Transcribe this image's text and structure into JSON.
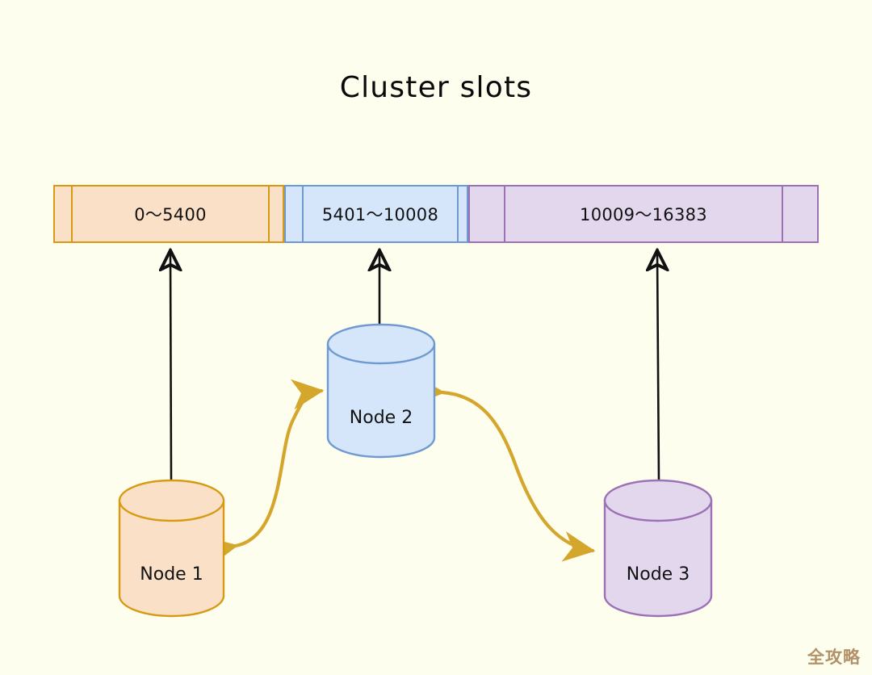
{
  "page": {
    "title": "Cluster slots",
    "background_color": "#fefeef",
    "watermark": "全攻略",
    "watermark_color": "#b39167"
  },
  "slot_bar": {
    "name": "cluster-slot-range-bar",
    "segments": [
      {
        "label": "0～5400",
        "start": 0,
        "end": 5400,
        "fill": "#fbe0c8",
        "stroke": "#d79b13",
        "owner": "Node 1"
      },
      {
        "label": "5401～10008",
        "start": 5401,
        "end": 10008,
        "fill": "#d6e6fa",
        "stroke": "#6f9ad1",
        "owner": "Node 2"
      },
      {
        "label": "10009～16383",
        "start": 10009,
        "end": 16383,
        "fill": "#e2d7ec",
        "stroke": "#9c72b5",
        "owner": "Node 3"
      }
    ]
  },
  "nodes": [
    {
      "id": "node-1",
      "label": "Node 1",
      "fill": "#fbe0c8",
      "stroke": "#d79b13"
    },
    {
      "id": "node-2",
      "label": "Node 2",
      "fill": "#d6e6fa",
      "stroke": "#6f9ad1"
    },
    {
      "id": "node-3",
      "label": "Node 3",
      "fill": "#e2d7ec",
      "stroke": "#9c72b5"
    }
  ],
  "edges": {
    "slot_arrows": [
      {
        "from": "Node 1",
        "to": "0～5400",
        "style": "solid-black-arrow-up"
      },
      {
        "from": "Node 2",
        "to": "5401～10008",
        "style": "solid-black-arrow-up"
      },
      {
        "from": "Node 3",
        "to": "10009～16383",
        "style": "solid-black-arrow-up"
      }
    ],
    "gossip_links": [
      {
        "from": "Node 1",
        "to": "Node 2",
        "style": "curved-double-arrow",
        "color": "#d4a72c"
      },
      {
        "from": "Node 2",
        "to": "Node 3",
        "style": "curved-double-arrow",
        "color": "#d4a72c"
      }
    ]
  }
}
